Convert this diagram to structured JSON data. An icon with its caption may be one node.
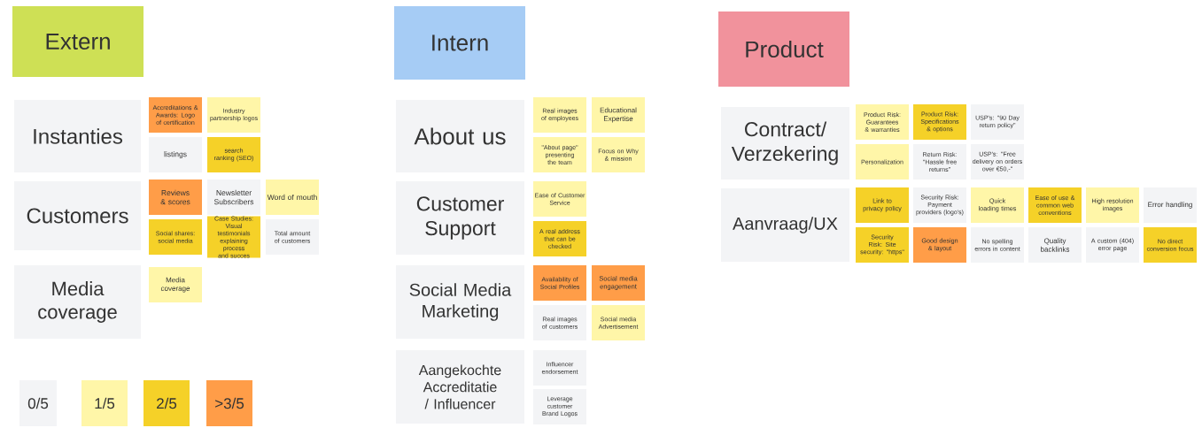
{
  "diagram": {
    "nodes": [
      {
        "text": [
          "Extern"
        ]
      },
      {
        "text": [
          "Intern"
        ]
      },
      {
        "text": [
          "Product"
        ]
      },
      {
        "text": [
          "Instanties"
        ]
      },
      {
        "text": [
          "Customers"
        ]
      },
      {
        "text": [
          "Media coverage"
        ]
      },
      {
        "text": [
          "Accreditations & Awards: Logo of certification"
        ]
      },
      {
        "text": [
          "Industry partnership logos"
        ]
      },
      {
        "text": [
          "listings"
        ]
      },
      {
        "text": [
          "search ranking (SEO)"
        ]
      },
      {
        "text": [
          "Reviews & scores"
        ]
      },
      {
        "text": [
          "Newsletter Subscribers"
        ]
      },
      {
        "text": [
          "Word of mouth"
        ]
      },
      {
        "text": [
          "Social shares: social media"
        ]
      },
      {
        "text": [
          "Case Studies: Visual testimonials explaining process and succes"
        ]
      },
      {
        "text": [
          "Total amount of customers"
        ]
      },
      {
        "text": [
          "Media coverage"
        ]
      },
      {
        "text": [
          "About us"
        ]
      },
      {
        "text": [
          "Customer Support"
        ]
      },
      {
        "text": [
          "Social Media Marketing"
        ]
      },
      {
        "text": [
          "Aangekochte Accreditatie / Influencer"
        ]
      },
      {
        "text": [
          "Real images of employees"
        ]
      },
      {
        "text": [
          "Educational Expertise"
        ]
      },
      {
        "text": [
          "\"About page\" presenting the team"
        ]
      },
      {
        "text": [
          "Focus on Why & mission"
        ]
      },
      {
        "text": [
          "Ease of Customer Service"
        ]
      },
      {
        "text": [
          "A real address that can be checked"
        ]
      },
      {
        "text": [
          "Availability of Social Profiles"
        ]
      },
      {
        "text": [
          "Social media engagement"
        ]
      },
      {
        "text": [
          "Real images of customers"
        ]
      },
      {
        "text": [
          "Social media Advertisement"
        ]
      },
      {
        "text": [
          "Influencer endorsement"
        ]
      },
      {
        "text": [
          "Leverage customer Brand Logos"
        ]
      },
      {
        "text": [
          "Contract/ Verzekering"
        ]
      },
      {
        "text": [
          "Aanvraag/UX"
        ]
      },
      {
        "text": [
          "Product Risk: Guarantees & warranties"
        ]
      },
      {
        "text": [
          "Product Risk: Specifications & options"
        ]
      },
      {
        "text": [
          "USP's: \"90 Day return policy\""
        ]
      },
      {
        "text": [
          "Personalization"
        ]
      },
      {
        "text": [
          "Return Risk: \"Hassle free returns\""
        ]
      },
      {
        "text": [
          "USP's: \"Free delivery on orders over €50,-\""
        ]
      },
      {
        "text": [
          "Link to privacy policy"
        ]
      },
      {
        "text": [
          "Security Risk: Payment providers (logo's)"
        ]
      },
      {
        "text": [
          "Quick loading times"
        ]
      },
      {
        "text": [
          "Ease of use & common web conventions"
        ]
      },
      {
        "text": [
          "High resolution images"
        ]
      },
      {
        "text": [
          "Error handling"
        ]
      },
      {
        "text": [
          "Security Risk: Site security: \"https\""
        ]
      },
      {
        "text": [
          "Good design & layout"
        ]
      },
      {
        "text": [
          "No spelling errors in content"
        ]
      },
      {
        "text": [
          "Quality backlinks"
        ]
      },
      {
        "text": [
          "A custom (404) error page"
        ]
      },
      {
        "text": [
          "No direct conversion focus"
        ]
      }
    ],
    "legend": [
      {
        "text": "0/5",
        "color": "#f3f4f6"
      },
      {
        "text": "1/5",
        "color": "#fff6a8"
      },
      {
        "text": "2/5",
        "color": "#f5d128"
      },
      {
        "text": ">3/5",
        "color": "#ff9d48"
      }
    ]
  }
}
